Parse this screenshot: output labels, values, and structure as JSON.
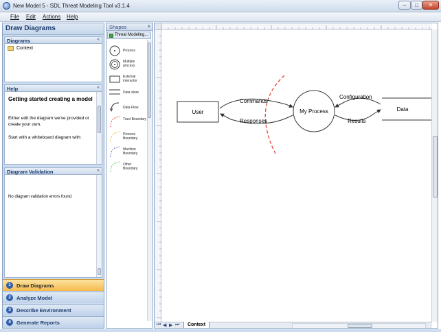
{
  "window": {
    "title": "New Model 5 - SDL Threat Modeling Tool v3.1.4",
    "minimize": "–",
    "maximize": "□",
    "close": "✕"
  },
  "menu": [
    "File",
    "Edit",
    "Actions",
    "Help"
  ],
  "left_panel": {
    "title": "Draw Diagrams",
    "diagrams": {
      "header": "Diagrams",
      "items": [
        "Context"
      ]
    },
    "help": {
      "header": "Help",
      "heading": "Getting started creating a model",
      "paragraph1": "Either edit the diagram we've provided or create your own.",
      "paragraph2": "Start with a whiteboard diagram with:"
    },
    "validation": {
      "header": "Diagram Validation",
      "message": "No diagram validation errors found."
    },
    "collapse_glyph": "«"
  },
  "nav_buttons": [
    {
      "num": "1",
      "label": "Draw Diagrams",
      "active": true
    },
    {
      "num": "2",
      "label": "Analyze Model",
      "active": false
    },
    {
      "num": "3",
      "label": "Describe Environment",
      "active": false
    },
    {
      "num": "4",
      "label": "Generate Reports",
      "active": false
    }
  ],
  "shapes_panel": {
    "title": "Shapes",
    "close": "×",
    "stencil": "Threat Modeling...",
    "shapes": [
      {
        "icon": "process-icon",
        "label": "Process"
      },
      {
        "icon": "multiple-process-icon",
        "label": "Multiple process"
      },
      {
        "icon": "external-interactor-icon",
        "label": "External interactor"
      },
      {
        "icon": "data-store-icon",
        "label": "Data store"
      },
      {
        "icon": "data-flow-icon",
        "label": "Data Flow"
      },
      {
        "icon": "trust-boundary-icon",
        "label": "Trust Boundary",
        "color": "#d9534f"
      },
      {
        "icon": "process-boundary-icon",
        "label": "Process Boundary",
        "color": "#e8b84a"
      },
      {
        "icon": "machine-boundary-icon",
        "label": "Machine Boundary",
        "color": "#6a6ad0"
      },
      {
        "icon": "other-boundary-icon",
        "label": "Other Boundary",
        "color": "#6fc06f"
      }
    ]
  },
  "diagram": {
    "nodes": {
      "user": "User",
      "process": "My Process",
      "store": "Data"
    },
    "flows": {
      "commands": "Commands",
      "responses": "Responses",
      "configuration": "Configuration",
      "results": "Results"
    },
    "trust_boundary_color": "#e0483a"
  },
  "page_tabs": [
    "Context"
  ],
  "page_nav": [
    "⏮",
    "◀",
    "▶",
    "⏭"
  ]
}
